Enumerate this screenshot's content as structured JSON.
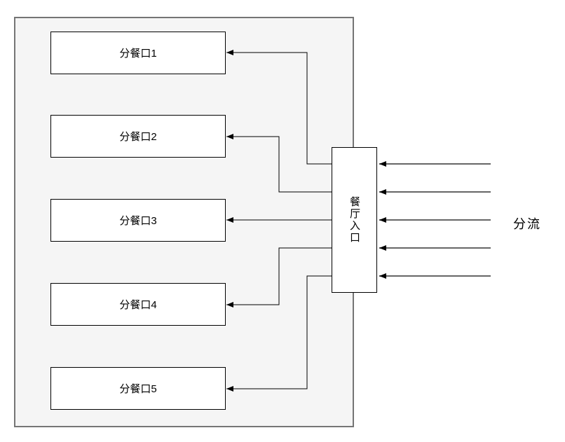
{
  "diagram": {
    "type": "flow-diagram",
    "outlets": [
      {
        "label": "分餐口1"
      },
      {
        "label": "分餐口2"
      },
      {
        "label": "分餐口3"
      },
      {
        "label": "分餐口4"
      },
      {
        "label": "分餐口5"
      }
    ],
    "entrance": {
      "label": "餐厅入口"
    },
    "flow": {
      "label": "分流"
    },
    "colors": {
      "page_bg": "#ffffff",
      "container_fill": "#f5f5f5",
      "container_border": "#757575",
      "node_fill": "#ffffff",
      "node_border": "#000000",
      "connector": "#000000",
      "inflow_line": "#666666",
      "arrowhead": "#000000",
      "text": "#000000"
    }
  }
}
